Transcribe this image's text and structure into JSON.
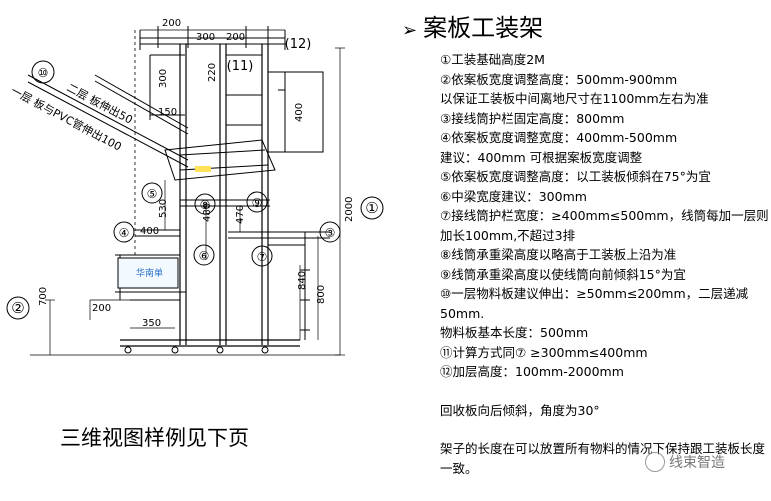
{
  "title": "案板工装架",
  "specs": [
    "①工装基础高度2M",
    "②依案板宽度调整高度：500mm-900mm",
    "以保证工装板中间离地尺寸在1100mm左右为准",
    "③接线筒护栏固定高度：800mm",
    "④依案板宽度调整宽度：400mm-500mm",
    "建议：400mm 可根据案板宽度调整",
    "⑤依案板宽度调整高度：以工装板倾斜在75°为宜",
    "⑥中梁宽度建议：300mm",
    "⑦接线筒护栏宽度：≥400mm≤500mm，线筒每加一层则加长100mm,不超过3排",
    "⑧线筒承重梁高度以略高于工装板上沿为准",
    "⑨线筒承重梁高度以使线筒向前倾斜15°为宜",
    "⑩一层物料板建议伸出：≥50mm≤200mm，二层递减50mm.",
    "物料板基本长度：500mm",
    "⑪计算方式同⑦ ≥300mm≤400mm",
    "⑫加层高度：100mm-2000mm",
    "",
    "回收板向后倾斜，角度为30°",
    "",
    "架子的长度在可以放置所有物料的情况下保持跟工装板长度一致。"
  ],
  "caption": "三维视图样例见下页",
  "watermark": "线束智造",
  "drawing": {
    "dims": {
      "d200_top": "200",
      "d300_top": "300",
      "d200_top2": "200",
      "d300_left": "300",
      "d220": "220",
      "d400_box": "400",
      "d150": "150",
      "d530": "530",
      "d400_mid": "400",
      "d480": "480",
      "d470": "470",
      "d2000": "2000",
      "d840": "840",
      "d800": "800",
      "d700": "700",
      "d200_bot": "200",
      "d350": "350"
    },
    "circles": {
      "c1": "①",
      "c2": "②",
      "c3": "③",
      "c4": "④",
      "c5": "⑤",
      "c6": "⑥",
      "c7": "⑦",
      "c8": "⑧",
      "c9": "⑨",
      "c10": "⑩",
      "c11": "(11)",
      "c12": "(12)"
    },
    "labels": {
      "layer2": "二层  板伸出50",
      "layer1": "一层  板与PVC管伸出100",
      "board": "华南单"
    }
  }
}
